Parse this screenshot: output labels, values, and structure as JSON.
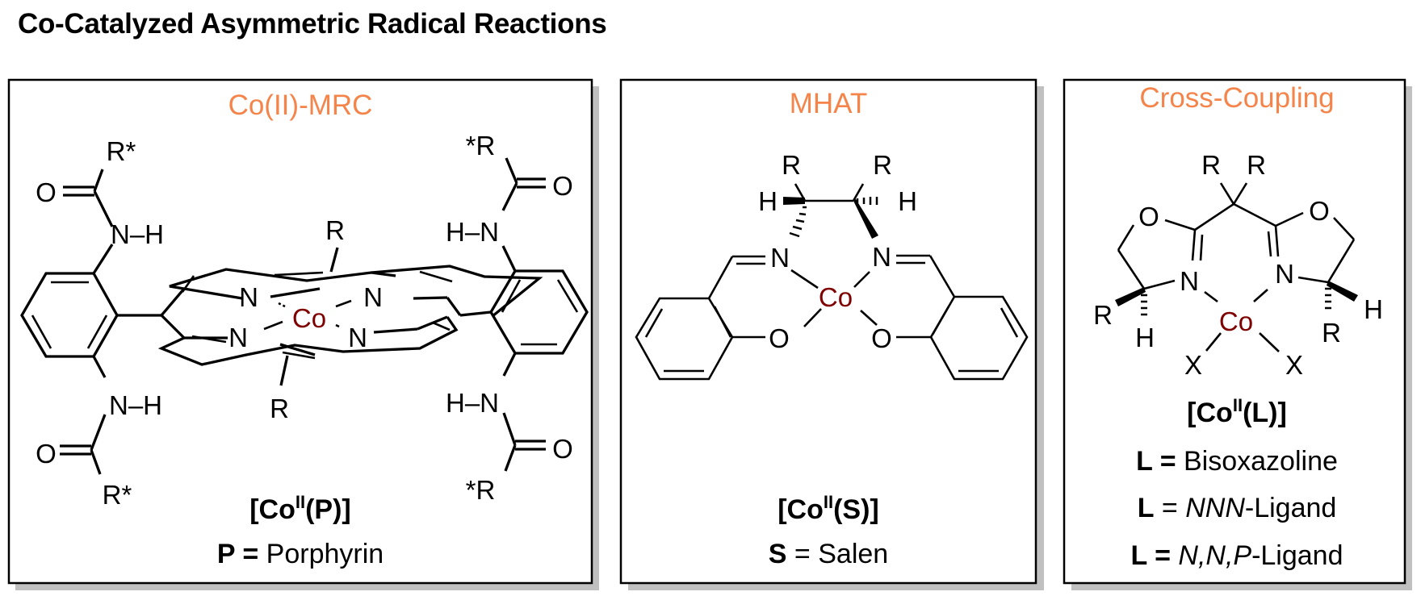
{
  "page": {
    "title": "Co-Catalyzed Asymmetric Radical Reactions"
  },
  "colors": {
    "panel_title": "#f5844a",
    "cobalt": "#7f0000",
    "shadow": "#c0c0c0",
    "border": "#000000"
  },
  "panels": [
    {
      "title": "Co(II)-MRC",
      "catalyst": {
        "open": "[Co",
        "sup": "II",
        "close": "(P)]"
      },
      "definition": {
        "symbol": "P",
        "eq": " = ",
        "name": "Porphyrin"
      },
      "atoms": {
        "metal": "Co",
        "nitrogen": "N",
        "hydrogen": "H",
        "oxygen": "O",
        "meso_substituent": "R",
        "chiral_left": "R*",
        "chiral_right": "*R",
        "nh_left": "N–H",
        "nh_right": "H–N"
      }
    },
    {
      "title": "MHAT",
      "catalyst": {
        "open": "[Co",
        "sup": "II",
        "close": "(S)]"
      },
      "definition": {
        "symbol": "S",
        "eq": " = ",
        "name": "Salen"
      },
      "atoms": {
        "metal": "Co",
        "nitrogen": "N",
        "oxygen": "O",
        "hydrogen": "H",
        "substituent": "R"
      }
    },
    {
      "title": "Cross-Coupling",
      "catalyst": {
        "open": "[Co",
        "sup": "II",
        "close": "(L)]"
      },
      "definitions": [
        {
          "symbol": "L",
          "eq": " = ",
          "name": "Bisoxazoline",
          "italic": ""
        },
        {
          "symbol": "L",
          "eq": " = ",
          "italic": "NNN",
          "name": "-Ligand"
        },
        {
          "symbol": "L",
          "eq": " = ",
          "italic": "N,N,P",
          "name": "-Ligand"
        }
      ],
      "atoms": {
        "metal": "Co",
        "nitrogen": "N",
        "oxygen": "O",
        "hydrogen": "H",
        "substituent": "R",
        "ligand_x": "X"
      }
    }
  ]
}
